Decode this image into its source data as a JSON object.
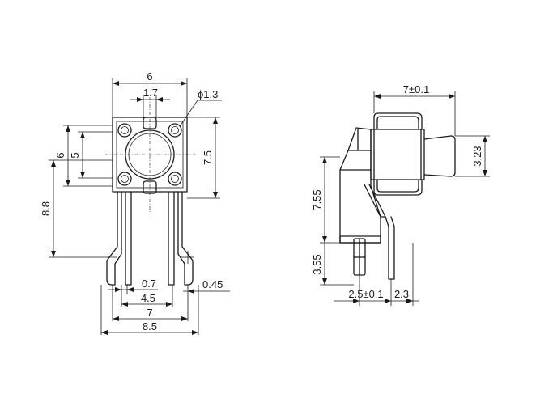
{
  "front_view": {
    "dim_width": "6",
    "dim_pin_pitch_top": "1.7",
    "dim_hole_dia": "ϕ1.3",
    "dim_height_outer": "6",
    "dim_height_inner": "5",
    "dim_side_height": "7.5",
    "dim_total_height": "8.8",
    "dim_pin_width": "0.7",
    "dim_pin_thickness": "0.45",
    "dim_pin_spacing": "4.5",
    "dim_lead_span": "7",
    "dim_overall_span": "8.5"
  },
  "side_view": {
    "dim_depth": "7±0.1",
    "dim_actuator": "3.23",
    "dim_body_height": "7.55",
    "dim_pin_length": "3.55",
    "dim_pin_offset": "2.5±0.1",
    "dim_pin_gap": "2.3"
  }
}
